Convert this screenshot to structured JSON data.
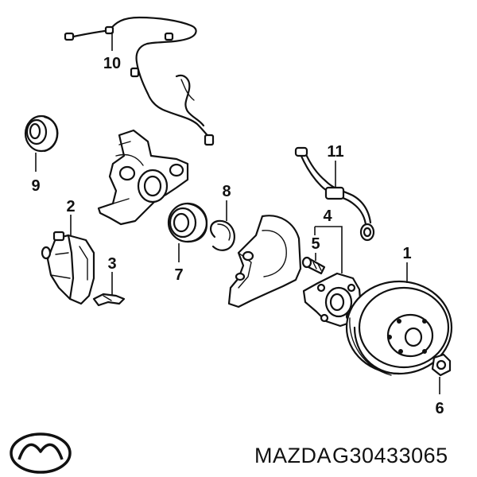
{
  "callouts": [
    {
      "id": "1",
      "label": "1"
    },
    {
      "id": "2",
      "label": "2"
    },
    {
      "id": "3",
      "label": "3"
    },
    {
      "id": "4",
      "label": "4"
    },
    {
      "id": "5",
      "label": "5"
    },
    {
      "id": "6",
      "label": "6"
    },
    {
      "id": "7",
      "label": "7"
    },
    {
      "id": "8",
      "label": "8"
    },
    {
      "id": "9",
      "label": "9"
    },
    {
      "id": "10",
      "label": "10"
    },
    {
      "id": "11",
      "label": "11"
    }
  ],
  "footer": {
    "brand": "MAZDA",
    "part_number": "G30433065",
    "logo_icon": "mazda-logo-icon"
  }
}
